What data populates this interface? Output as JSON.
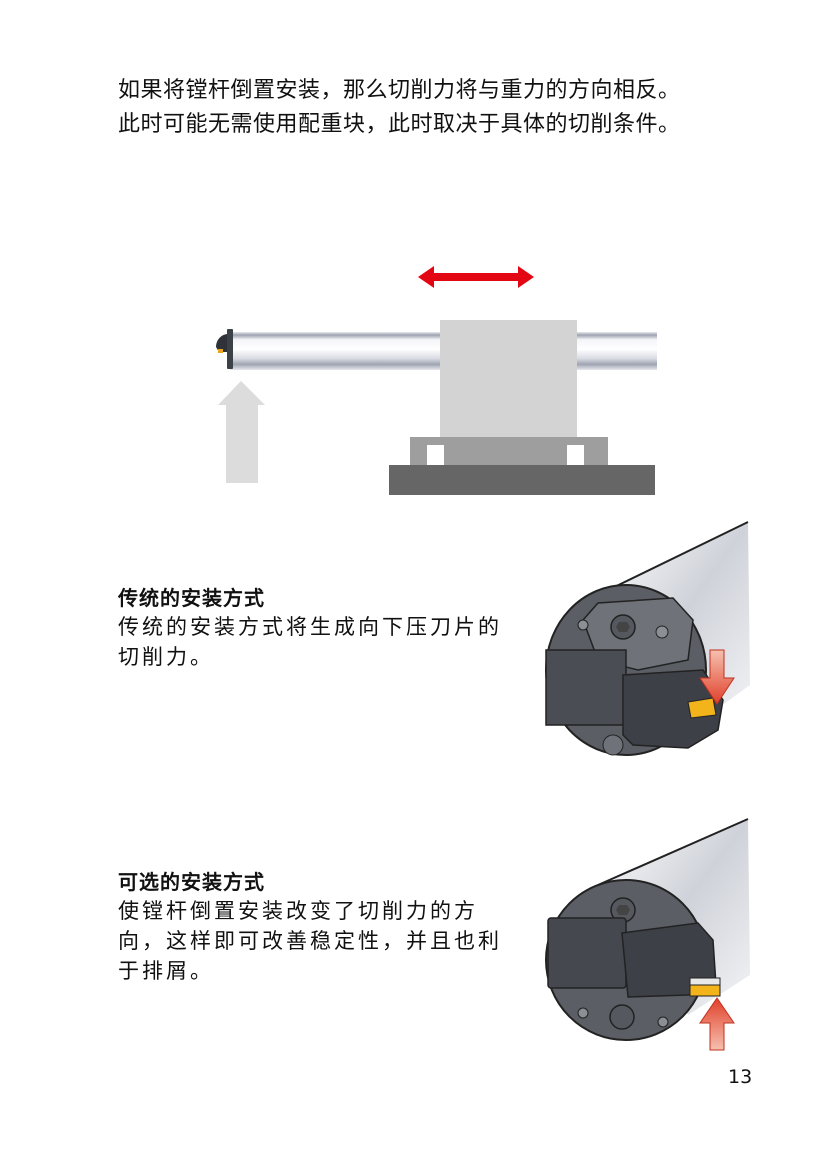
{
  "intro": {
    "line1": "如果将镗杆倒置安装，那么切削力将与重力的方向相反。",
    "line2": "此时可能无需使用配重块，此时取决于具体的切削条件。"
  },
  "diagram": {
    "arrow_color": "#e30613",
    "force_arrow_color": "#dcdcdc",
    "block_color": "#d3d3d3",
    "base_color": "#9e9e9e",
    "foot_color": "#666666"
  },
  "sections": [
    {
      "title": "传统的安装方式",
      "body": "传统的安装方式将生成向下压刀片的切削力。"
    },
    {
      "title": "可选的安装方式",
      "body": "使镗杆倒置安装改变了切削力的方向，这样即可改善稳定性，并且也利于排屑。"
    }
  ],
  "page_number": "13"
}
